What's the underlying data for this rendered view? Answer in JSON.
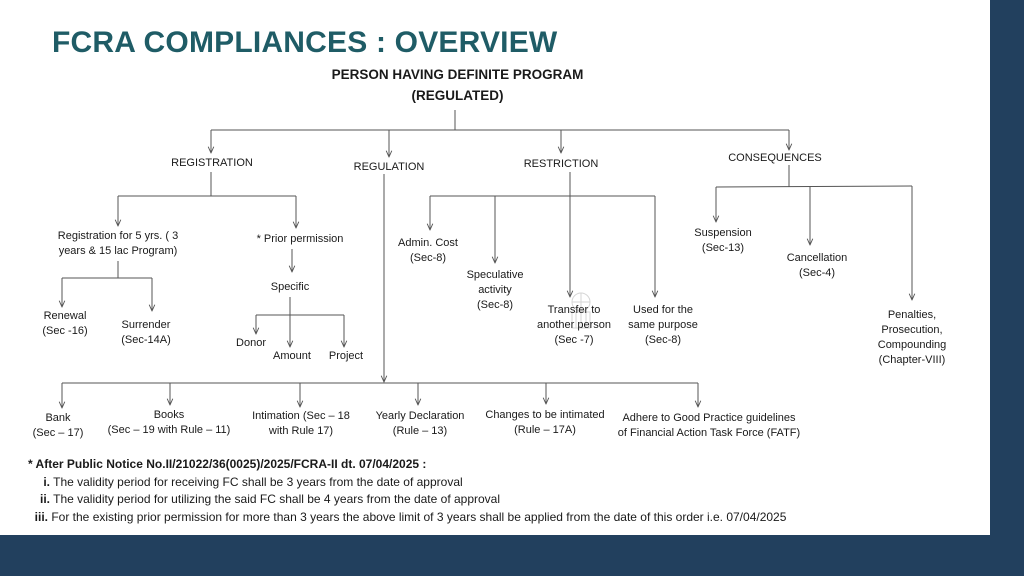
{
  "title": "FCRA COMPLIANCES : OVERVIEW",
  "root": {
    "line1": "PERSON HAVING DEFINITE PROGRAM",
    "line2": "(REGULATED)"
  },
  "categories": {
    "registration": "REGISTRATION",
    "regulation": "REGULATION",
    "restriction": "RESTRICTION",
    "consequences": "CONSEQUENCES"
  },
  "registration": {
    "five_years": {
      "line1": "Registration for 5 yrs. ( 3",
      "line2": "years & 15 lac  Program)"
    },
    "prior_permission": "*  Prior permission",
    "specific": "Specific",
    "renewal": {
      "line1": "Renewal",
      "line2": "(Sec -16)"
    },
    "surrender": {
      "line1": "Surrender",
      "line2": "(Sec-14A)"
    },
    "donor": "Donor",
    "amount": "Amount",
    "project": "Project"
  },
  "restriction": {
    "admin_cost": {
      "line1": "Admin. Cost",
      "line2": "(Sec-8)"
    },
    "speculative": {
      "line1": "Speculative",
      "line2": "activity",
      "line3": "(Sec-8)"
    },
    "transfer": {
      "line1": "Transfer to",
      "line2": "another person",
      "line3": "(Sec -7)"
    },
    "same_purpose": {
      "line1": "Used for the",
      "line2": "same purpose",
      "line3": "(Sec-8)"
    }
  },
  "consequences": {
    "suspension": {
      "line1": "Suspension",
      "line2": "(Sec-13)"
    },
    "cancellation": {
      "line1": "Cancellation",
      "line2": "(Sec-4)"
    },
    "penalties": {
      "line1": "Penalties,",
      "line2": "Prosecution,",
      "line3": "Compounding",
      "line4": "(Chapter-VIII)"
    }
  },
  "regulation": {
    "bank": {
      "line1": "Bank",
      "line2": "(Sec – 17)"
    },
    "books": {
      "line1": "Books",
      "line2": "(Sec – 19 with Rule – 11)"
    },
    "intimation": {
      "line1": "Intimation (Sec – 18",
      "line2": "with Rule 17)"
    },
    "yearly": {
      "line1": "Yearly Declaration",
      "line2": "(Rule – 13)"
    },
    "changes": {
      "line1": "Changes to be intimated",
      "line2": "(Rule – 17A)"
    },
    "fatf": {
      "line1": "Adhere to Good Practice guidelines",
      "line2": "of Financial Action Task Force (FATF)"
    }
  },
  "notes": {
    "heading": "*  After Public Notice No.II/21022/36(0025)/2025/FCRA-II dt. 07/04/2025 :",
    "items": [
      {
        "marker": "i.",
        "text": "The validity period for receiving FC shall be 3 years from the date of approval"
      },
      {
        "marker": "ii.",
        "text": "The validity period for utilizing the said FC shall be 4 years from the date of approval"
      },
      {
        "marker": "iii.",
        "text": "For the existing prior permission for more than 3 years the above limit of 3 years shall be applied from the date of this order i.e. 07/04/2025"
      }
    ]
  },
  "colors": {
    "title": "#1f5c66",
    "bars": "#22405e",
    "lines": "#555555",
    "text": "#1a1a1a"
  }
}
